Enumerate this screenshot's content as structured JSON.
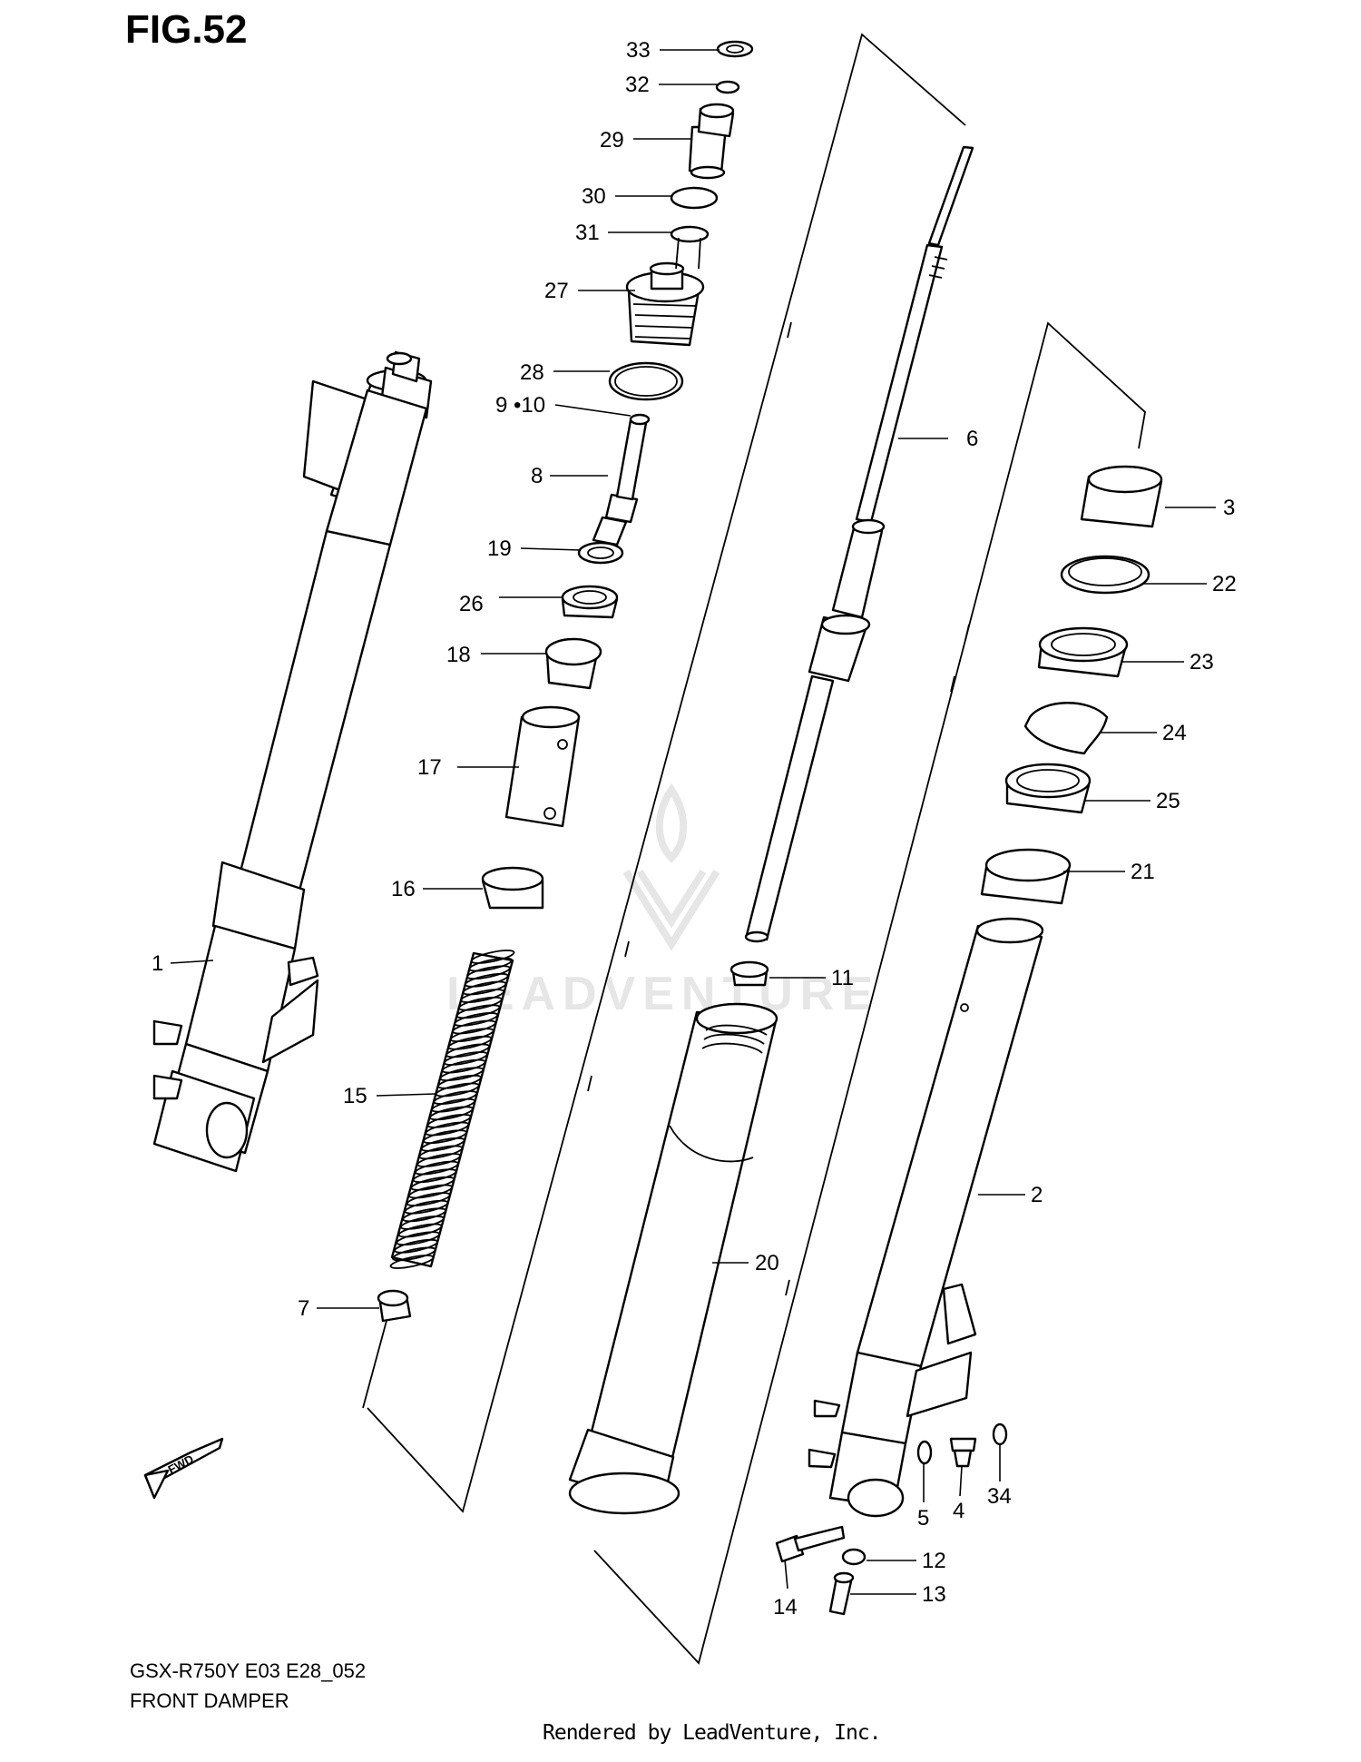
{
  "figure": {
    "title": "FIG.52",
    "model_code": "GSX-R750Y E03 E28_052",
    "assembly_name": "FRONT DAMPER",
    "credit": "Rendered by LeadVenture, Inc.",
    "watermark": "LEADVENTURE",
    "direction_badge": "FWD"
  },
  "callouts": {
    "c1": "1",
    "c2": "2",
    "c3": "3",
    "c4": "4",
    "c5": "5",
    "c6": "6",
    "c7": "7",
    "c8": "8",
    "c9_10": "9 •10",
    "c11": "11",
    "c12": "12",
    "c13": "13",
    "c14": "14",
    "c15": "15",
    "c16": "16",
    "c17": "17",
    "c18": "18",
    "c19": "19",
    "c20": "20",
    "c21": "21",
    "c22": "22",
    "c23": "23",
    "c24": "24",
    "c25": "25",
    "c26": "26",
    "c27": "27",
    "c28": "28",
    "c29": "29",
    "c30": "30",
    "c31": "31",
    "c32": "32",
    "c33": "33",
    "c34": "34"
  },
  "colors": {
    "ink": "#000000",
    "paper": "#ffffff",
    "watermark": "#e6e6e6"
  }
}
